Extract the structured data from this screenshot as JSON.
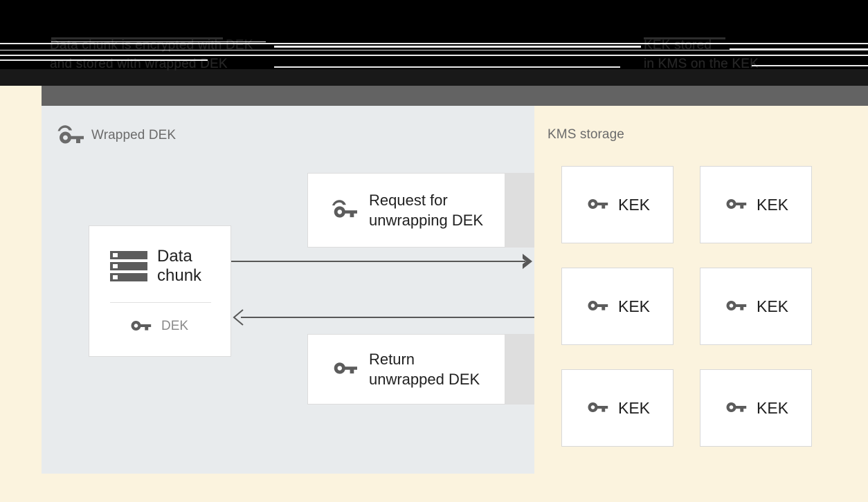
{
  "caption": {
    "left_text": "Data chunk is encrypted with DEK\nand stored with wrapped DEK",
    "right_text": "KEK stored\nin KMS on the KEK"
  },
  "client_panel": {
    "title": "Wrapped DEK",
    "title_icon": "wrapped-key-icon",
    "background_color": "#e8ebed",
    "data_chunk_card": {
      "icon": "storage-icon",
      "label": "Data\nchunk",
      "key_icon": "key-icon",
      "key_label": "DEK"
    },
    "request_card": {
      "icon": "wrapped-key-icon",
      "label": "Request for\nunwrapping DEK"
    },
    "return_card": {
      "icon": "key-icon",
      "label": "Return\nunwrapped DEK"
    }
  },
  "arrows": {
    "outbound_direction": "right",
    "inbound_direction": "left",
    "color": "#575757"
  },
  "kms": {
    "title": "KMS storage",
    "background_color": "#fbf3de",
    "keys": [
      {
        "icon": "key-icon",
        "label": "KEK"
      },
      {
        "icon": "key-icon",
        "label": "KEK"
      },
      {
        "icon": "key-icon",
        "label": "KEK"
      },
      {
        "icon": "key-icon",
        "label": "KEK"
      },
      {
        "icon": "key-icon",
        "label": "KEK"
      },
      {
        "icon": "key-icon",
        "label": "KEK"
      }
    ]
  },
  "header_bar": {
    "color": "#636363"
  }
}
